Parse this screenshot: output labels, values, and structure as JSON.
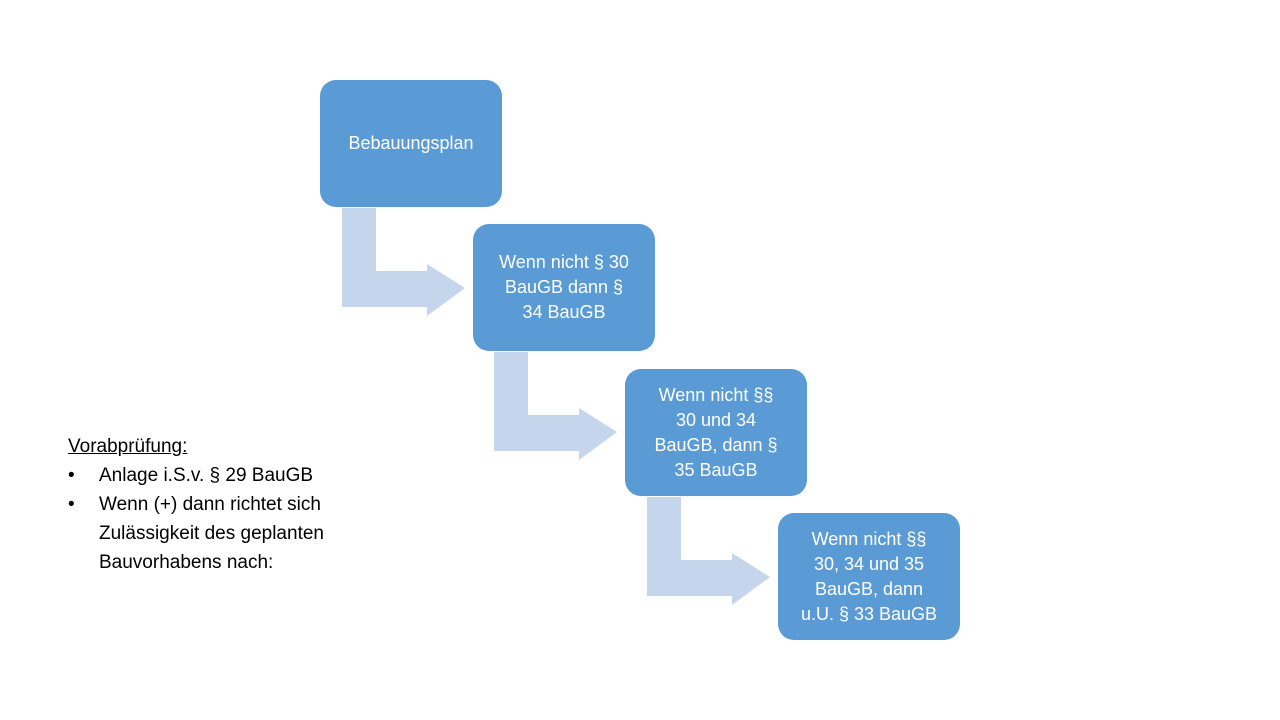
{
  "flow": {
    "steps": [
      {
        "label": "Bebauungsplan"
      },
      {
        "label": "Wenn nicht § 30\nBauGB dann §\n34 BauGB"
      },
      {
        "label": "Wenn nicht §§\n30 und 34\nBauGB, dann §\n35 BauGB"
      },
      {
        "label": "Wenn nicht §§\n30, 34 und 35\nBauGB, dann\nu.U. § 33 BauGB"
      }
    ]
  },
  "notes": {
    "heading": "Vorabprüfung:",
    "bullet_symbol": "•",
    "items": [
      "Anlage i.S.v. § 29 BauGB",
      "Wenn (+) dann richtet sich Zulässigkeit des geplanten Bauvorhabens nach:"
    ]
  },
  "colors": {
    "box_fill": "#5b9bd5",
    "arrow_fill": "#c5d6ec",
    "box_text": "#ffffff",
    "note_text": "#000000"
  }
}
